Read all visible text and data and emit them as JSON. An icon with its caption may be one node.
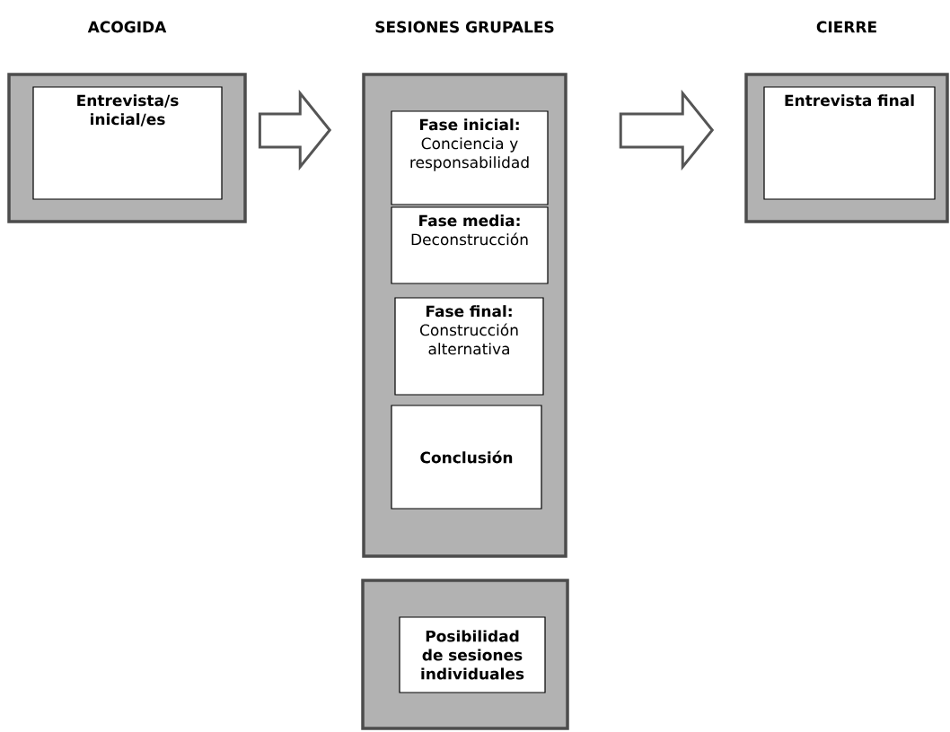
{
  "diagram": {
    "nodes": [
      {
        "text": [
          "ACOGIDA"
        ]
      },
      {
        "text": [
          "Entrevista/s inicial/es"
        ],
        "in": 0
      },
      {
        "text": [
          "SESIONES GRUPALES"
        ]
      },
      {
        "text": [
          "Fase inicial:",
          "Conciencia y responsabilidad"
        ],
        "in": 2
      },
      {
        "text": [
          "Fase media:",
          "Deconstrucción"
        ],
        "in": 2
      },
      {
        "text": [
          "Fase final:",
          "Construcción alternativa"
        ],
        "in": 2
      },
      {
        "text": [
          "Conclusión"
        ],
        "in": 2
      },
      {
        "text": [],
        "shape": "box"
      },
      {
        "text": [
          "Posibilidad de sesiones individuales"
        ],
        "in": 7
      },
      {
        "text": [
          "CIERRE"
        ]
      },
      {
        "text": [
          "Entrevista final"
        ],
        "in": 9
      }
    ],
    "edges": [
      {
        "from": 0,
        "to": 2,
        "arrow": "to"
      },
      {
        "from": 2,
        "to": 9,
        "arrow": "to"
      }
    ]
  }
}
